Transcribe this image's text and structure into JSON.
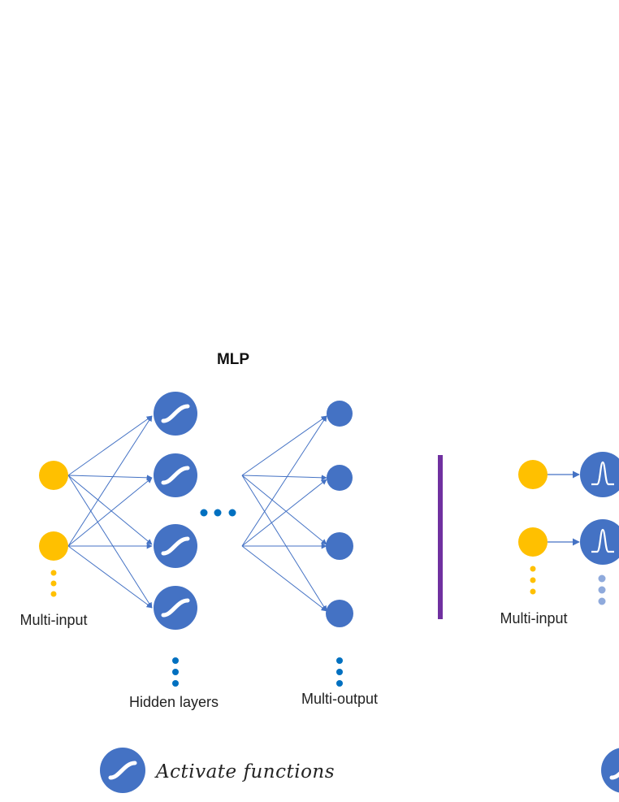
{
  "mlp": {
    "title": "MLP",
    "input_label": "Multi-input",
    "hidden_label": "Hidden layers",
    "output_label": "Multi-output"
  },
  "rbf": {
    "input_label": "Multi-input"
  },
  "legend": {
    "activate_label": "Activate functions"
  },
  "colors": {
    "input_node": "#ffc000",
    "hidden_node": "#4472c4",
    "edge": "#4472c4",
    "ellipsis": "#0070c0",
    "divider": "#7030a0",
    "faded_dot": "#8faadc"
  }
}
